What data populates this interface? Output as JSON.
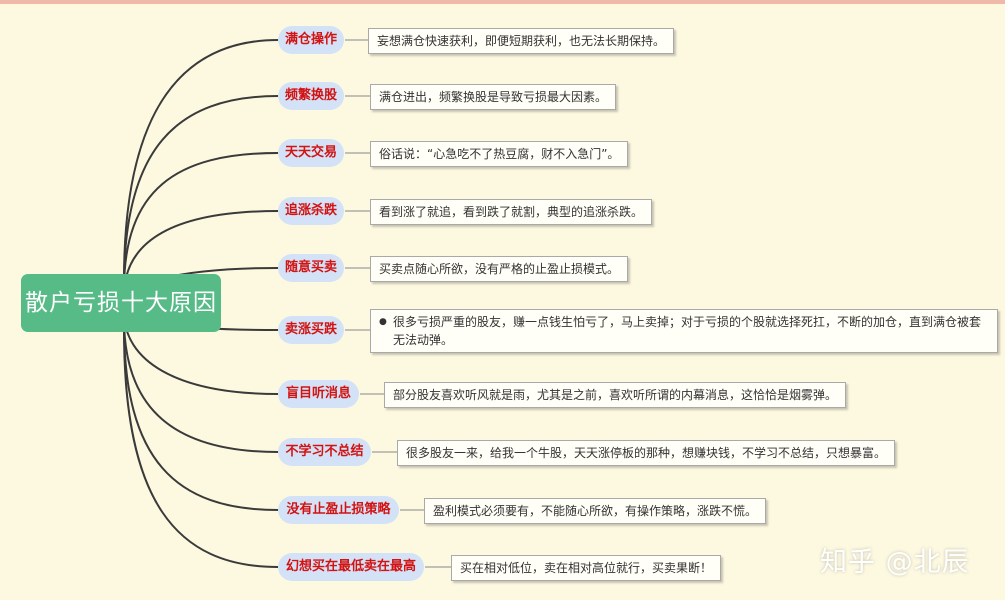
{
  "center": {
    "title": "散户亏损十大原因"
  },
  "topics": [
    {
      "label": "满仓操作",
      "note": "妄想满仓快速获利，即便短期获利，也无法长期保持。"
    },
    {
      "label": "频繁换股",
      "note": "满仓进出，频繁换股是导致亏损最大因素。"
    },
    {
      "label": "天天交易",
      "note": "俗话说：“心急吃不了热豆腐，财不入急门”。"
    },
    {
      "label": "追涨杀跌",
      "note": "看到涨了就追，看到跌了就割，典型的追涨杀跌。"
    },
    {
      "label": "随意买卖",
      "note": "买卖点随心所欲，没有严格的止盈止损模式。"
    },
    {
      "label": "卖涨买跌",
      "note": "很多亏损严重的股友，赚一点钱生怕亏了，马上卖掉；对于亏损的个股就选择死扛，不断的加仓，直到满仓被套无法动弹。"
    },
    {
      "label": "盲目听消息",
      "note": "部分股友喜欢听风就是雨，尤其是之前，喜欢听所谓的内幕消息，这恰恰是烟雾弹。"
    },
    {
      "label": "不学习不总结",
      "note": "很多股友一来，给我一个牛股，天天涨停板的那种，想赚块钱，不学习不总结，只想暴富。"
    },
    {
      "label": "没有止盈止损策略",
      "note": "盈利模式必须要有，不能随心所欲，有操作策略，涨跌不慌。"
    },
    {
      "label": "幻想买在最低卖在最高",
      "note": "买在相对低位，卖在相对高位就行，买卖果断！"
    }
  ],
  "watermark": "知乎 @北辰",
  "colors": {
    "background": "#fdf9e1",
    "center": "#57bb88",
    "topic_bg": "#d3e2f6",
    "topic_text": "#d31212"
  }
}
